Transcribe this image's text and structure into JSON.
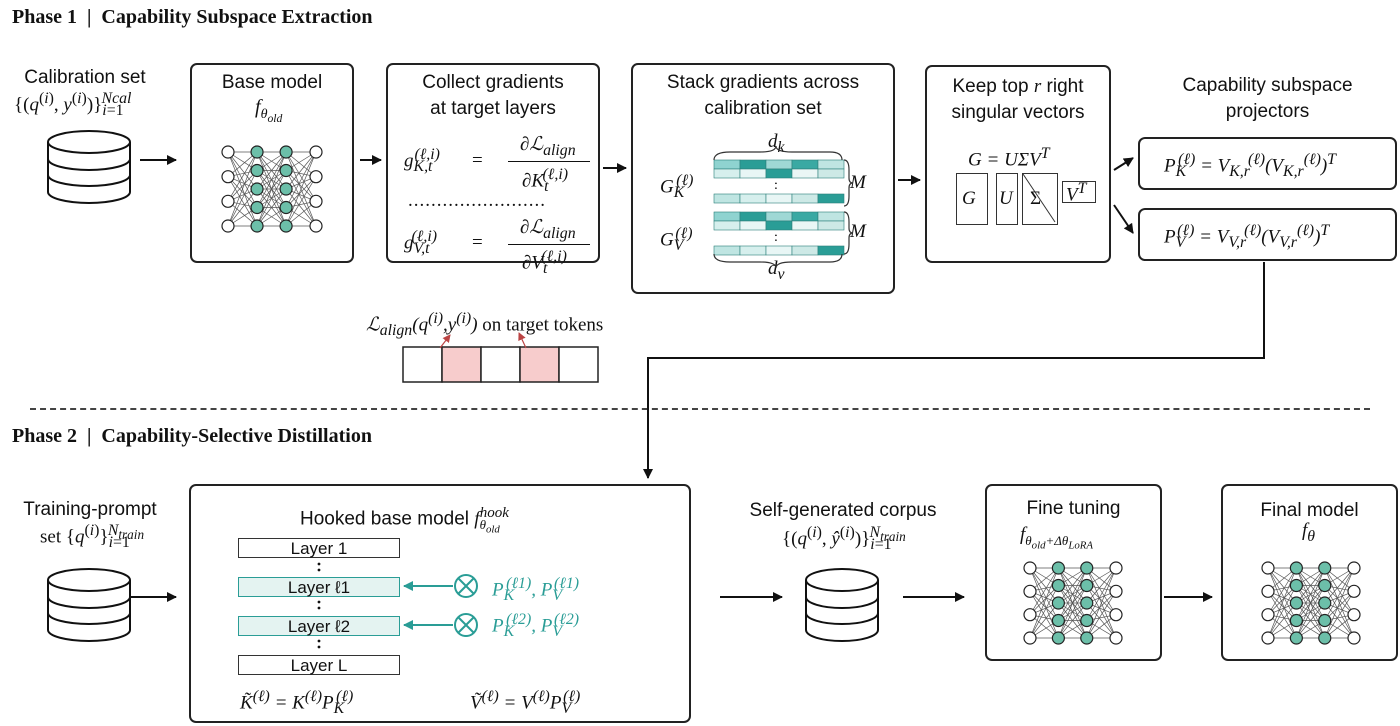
{
  "phase1": {
    "label": "Phase 1  |  Capability Subspace Extraction"
  },
  "phase2": {
    "label": "Phase 2  |  Capability-Selective Distillation"
  },
  "calibration": {
    "title": "Calibration set",
    "formula": "{(q(i), y(i))}i=1Ncal"
  },
  "base_model": {
    "title": "Base model",
    "formula": "fθold"
  },
  "collect": {
    "title_line1": "Collect gradients",
    "title_line2": "at target layers",
    "gK_lhs": "gK,t(ℓ,i)",
    "gK_num": "∂ℒalign",
    "gK_den": "∂Kt(ℓ,i)",
    "gV_lhs": "gV,t(ℓ,i)",
    "gV_num": "∂ℒalign",
    "gV_den": "∂Vt(ℓ,i)",
    "dots": "........................",
    "eq": "="
  },
  "stack": {
    "title_line1": "Stack gradients across",
    "title_line2": "calibration set",
    "dk": "dk",
    "dv": "dv",
    "GK": "GK(ℓ)",
    "GV": "GV(ℓ)",
    "M": "M",
    "vdots": ":"
  },
  "svd": {
    "title_line1": "Keep top r right",
    "title_line2": "singular vectors",
    "eq": "G = UΣVT",
    "G": "G",
    "U": "U",
    "Sigma": "Σ",
    "VT": "VT"
  },
  "projectors": {
    "title_line1": "Capability subspace",
    "title_line2": "projectors",
    "PK": "PK(ℓ) = VK,r(ℓ)(VK,r(ℓ))T",
    "PV": "PV(ℓ) = VV,r(ℓ)(VV,r(ℓ))T"
  },
  "loss": {
    "text": "ℒalign(q(i),y(i)) on target tokens"
  },
  "training": {
    "title": "Training-prompt",
    "formula": "set {q(i)}i=1Ntrain"
  },
  "hooked": {
    "title": "Hooked base model fθoldhook",
    "layers": [
      "Layer 1",
      "Layer ℓ1",
      "Layer ℓ2",
      "Layer L"
    ],
    "proj1": "PK(ℓ1), PV(ℓ1)",
    "proj2": "PK(ℓ2), PV(ℓ2)",
    "ktilde": "K̃(ℓ) = K(ℓ)PK(ℓ)",
    "vtilde": "Ṽ(ℓ) = V(ℓ)PV(ℓ)"
  },
  "corpus": {
    "title": "Self-generated corpus",
    "formula": "{(q(i), ŷ(i))}i=1Ntrain"
  },
  "finetune": {
    "title": "Fine tuning",
    "formula": "fθold+ΔθLoRA"
  },
  "final": {
    "title": "Final model",
    "formula": "fθ"
  },
  "colors": {
    "teal": "#2a9d96",
    "teal_light": "#e4f3f1",
    "pink": "#f7cccc",
    "node": "#6cbfa9"
  }
}
